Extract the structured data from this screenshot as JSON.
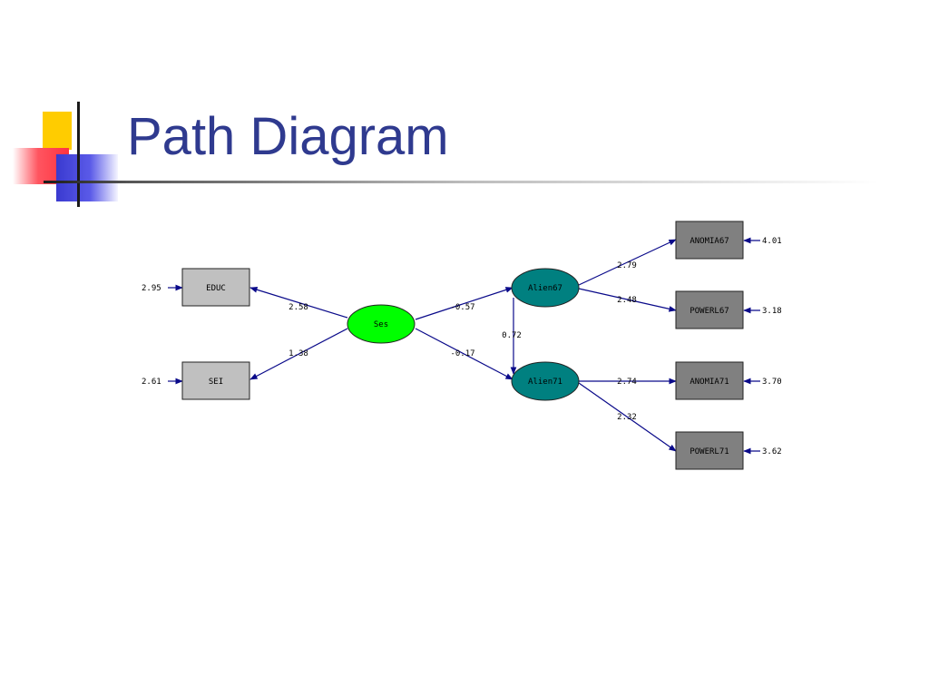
{
  "slide": {
    "title": "Path Diagram"
  },
  "diagram": {
    "colors": {
      "observed_light": "#c0c0c0",
      "observed_dark": "#808080",
      "ses_fill": "#00ff00",
      "latent_fill": "#008080",
      "arrow": "#0a0a8a"
    },
    "nodes": {
      "educ": "EDUC",
      "sei": "SEI",
      "ses": "Ses",
      "alien67": "Alien67",
      "alien71": "Alien71",
      "anomia67": "ANOMIA67",
      "powerl67": "POWERL67",
      "anomia71": "ANOMIA71",
      "powerl71": "POWERL71"
    },
    "error_variances": {
      "educ": "2.95",
      "sei": "2.61",
      "anomia67": "4.01",
      "powerl67": "3.18",
      "anomia71": "3.70",
      "powerl71": "3.62"
    },
    "path_coefficients": {
      "ses_educ": "2.58",
      "ses_sei": "1.38",
      "ses_alien67": "-0.57",
      "ses_alien71": "-0.17",
      "alien67_alien71": "0.72",
      "alien67_anomia67": "2.79",
      "alien67_powerl67": "2.48",
      "alien71_anomia71": "2.74",
      "alien71_powerl71": "2.32"
    }
  }
}
